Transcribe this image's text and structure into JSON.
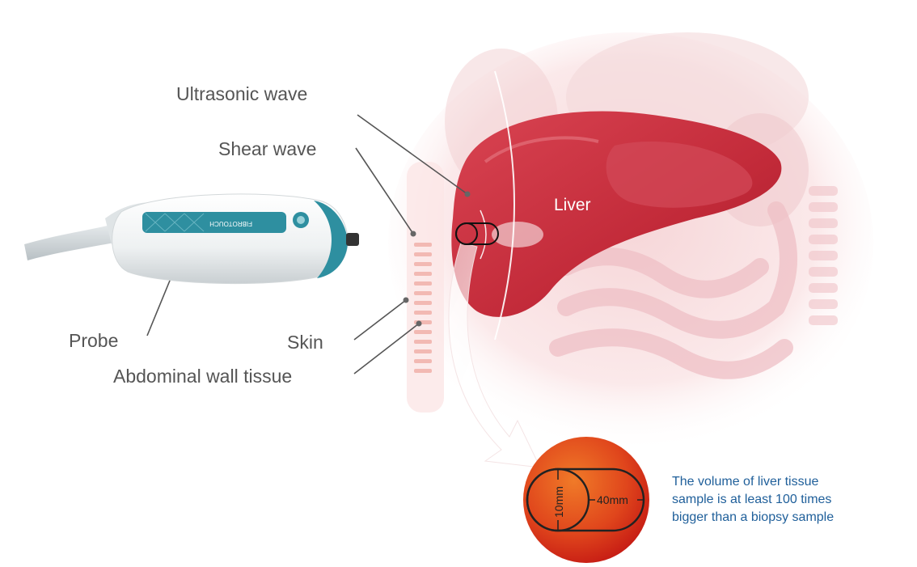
{
  "labels": {
    "ultrasonic_wave": "Ultrasonic wave",
    "shear_wave": "Shear wave",
    "liver": "Liver",
    "probe": "Probe",
    "skin": "Skin",
    "abdominal_wall": "Abdominal wall tissue",
    "probe_brand": "FIBROTOUCH"
  },
  "sample": {
    "diameter_label": "10mm",
    "length_label": "40mm"
  },
  "note": {
    "line1": "The volume of liver tissue",
    "line2": "sample is at least 100 times",
    "line3": "bigger than a biopsy sample"
  },
  "colors": {
    "label_text": "#555555",
    "note_text": "#1f5f9a",
    "liver": "#c8323f",
    "sample_sphere": "#d8321e",
    "probe_accent": "#2e8fa0"
  }
}
